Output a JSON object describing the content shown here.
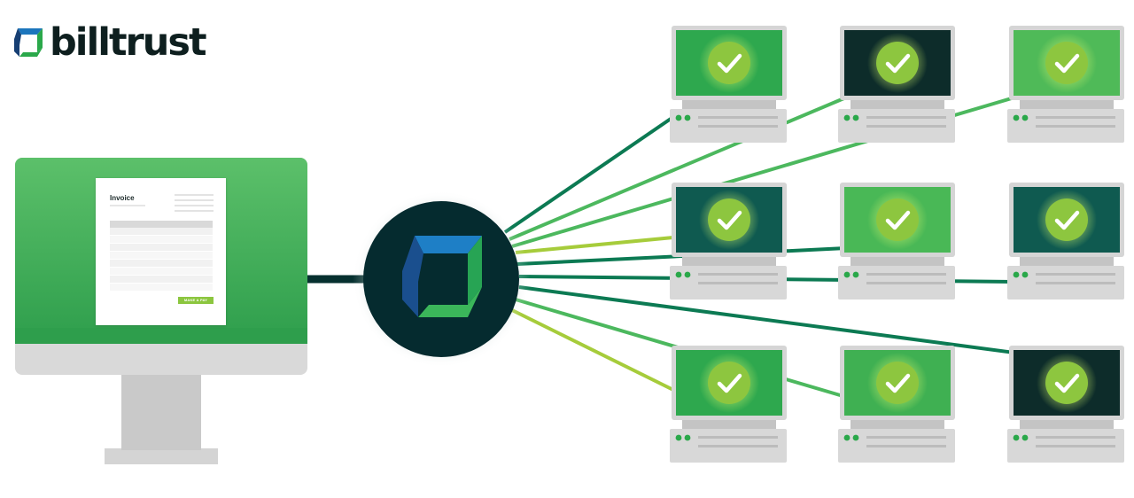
{
  "brand": {
    "name": "billtrust",
    "colors": {
      "blue": "#1b75bc",
      "dark_blue": "#163f73",
      "green": "#2aa84a",
      "text": "#0e1f1f"
    }
  },
  "invoice": {
    "title": "Invoice",
    "pay_button": "ΜΑΚΕ Α PAY",
    "rows": 8
  },
  "hub": {
    "icon": "billtrust-logo-mark-icon",
    "color": "#052b2f"
  },
  "endpoints": [
    {
      "id": "r1c1",
      "status": "check-icon",
      "screen": "#2ea84e"
    },
    {
      "id": "r1c2",
      "status": "check-icon",
      "screen": "#0d2c2a"
    },
    {
      "id": "r1c3",
      "status": "check-icon",
      "screen": "#4fba58"
    },
    {
      "id": "r2c1",
      "status": "check-icon",
      "screen": "#0f5a50"
    },
    {
      "id": "r2c2",
      "status": "check-icon",
      "screen": "#49b856"
    },
    {
      "id": "r2c3",
      "status": "check-icon",
      "screen": "#0f5a50"
    },
    {
      "id": "r3c1",
      "status": "check-icon",
      "screen": "#2ea84e"
    },
    {
      "id": "r3c2",
      "status": "check-icon",
      "screen": "#3fb052"
    },
    {
      "id": "r3c3",
      "status": "check-icon",
      "screen": "#0d2c2a"
    }
  ],
  "colors": {
    "monitor_green": "#4cb85e",
    "gray_body": "#d6d6d6",
    "check_lime": "#8dc63f",
    "line_dark": "#0c7a53",
    "line_mid": "#4cb85e",
    "line_lime": "#a6cc3b"
  }
}
